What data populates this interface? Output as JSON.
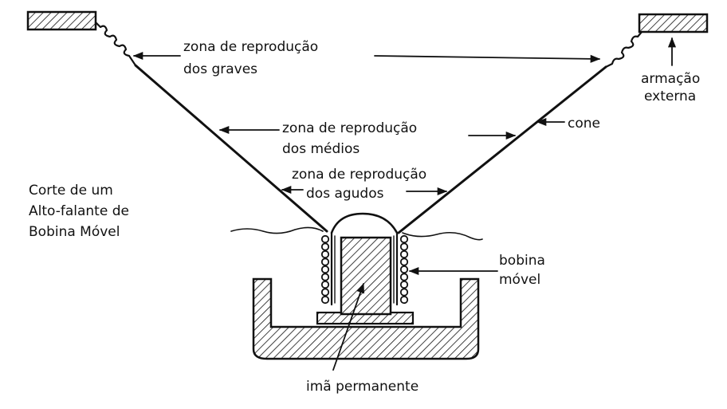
{
  "caption": [
    "Corte de um",
    "Alto-falante de",
    "Bobina Móvel"
  ],
  "labels": {
    "graves": [
      "zona de reprodução",
      "dos graves"
    ],
    "medios": [
      "zona de reprodução",
      "dos médios"
    ],
    "agudos": [
      "zona de reprodução",
      "dos agudos"
    ],
    "cone": "cone",
    "armacao": [
      "armação",
      "externa"
    ],
    "bobina": [
      "bobina",
      "móvel"
    ],
    "ima": "imã permanente"
  }
}
